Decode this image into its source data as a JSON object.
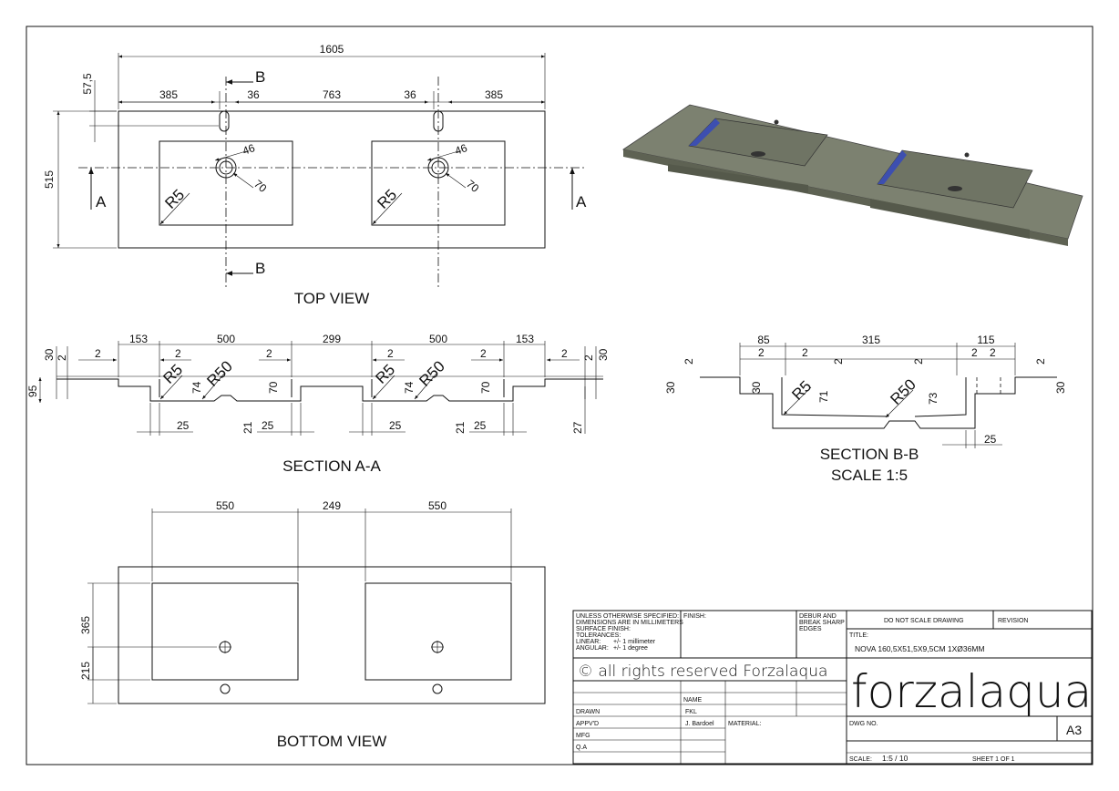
{
  "views": {
    "top_view": "TOP VIEW",
    "section_aa": "SECTION A-A",
    "section_bb": "SECTION B-B",
    "section_bb_scale": "SCALE 1:5",
    "bottom_view": "BOTTOM VIEW"
  },
  "section_markers": {
    "a": "A",
    "b": "B"
  },
  "top_dims": {
    "overall": "1605",
    "d385a": "385",
    "d36a": "36",
    "d763": "763",
    "d36b": "36",
    "d385b": "385",
    "d57": "57,5",
    "d515": "515",
    "r5": "R5",
    "d46": "46",
    "d70": "70"
  },
  "aa_dims": {
    "d153": "153",
    "d500": "500",
    "d299": "299",
    "d153b": "153",
    "d30": "30",
    "d2": "2",
    "d95": "95",
    "r5": "R5",
    "r50": "R50",
    "d74": "74",
    "d70": "70",
    "d25": "25",
    "d21": "21",
    "d27": "27"
  },
  "bb_dims": {
    "d85": "85",
    "d315": "315",
    "d115": "115",
    "d2": "2",
    "d30": "30",
    "r5": "R5",
    "r50": "R50",
    "d71": "71",
    "d73": "73",
    "d25": "25"
  },
  "bottom_dims": {
    "d550a": "550",
    "d249": "249",
    "d550b": "550",
    "d365": "365",
    "d215": "215"
  },
  "title_block": {
    "notes": [
      "UNLESS OTHERWISE SPECIFIED:",
      "DIMENSIONS ARE IN MILLIMETERS",
      "SURFACE FINISH:",
      "TOLERANCES:"
    ],
    "linear_label": "LINEAR:",
    "linear_value": "+/- 1 millimeter",
    "angular_label": "ANGULAR:",
    "angular_value": "+/- 1 degree",
    "finish": "FINISH:",
    "debur": [
      "DEBUR AND",
      "BREAK SHARP",
      "EDGES"
    ],
    "do_not_scale": "DO NOT SCALE DRAWING",
    "revision": "REVISION",
    "title_label": "TITLE:",
    "title_value": "NOVA 160,5X51,5X9,5CM 1XØ36MM",
    "copyright": "© all rights reserved Forzalaqua",
    "brand": "forzalaqua",
    "name_header": "NAME",
    "drawn_label": "DRAWN",
    "drawn_name": "FKL",
    "apprvd_label": "APPV'D",
    "apprvd_name": "J. Bardoel",
    "mfg_label": "MFG",
    "qa_label": "Q.A",
    "material": "MATERIAL:",
    "dwg_no": "DWG NO.",
    "sheet_size": "A3",
    "scale_label": "SCALE:",
    "scale_value": "1:5 / 10",
    "sheet": "SHEET 1 OF 1"
  },
  "colors": {
    "sink_top": "#7c8170",
    "sink_side": "#5e6253",
    "basin_inner": "#3d4fb0",
    "line": "#111111"
  }
}
